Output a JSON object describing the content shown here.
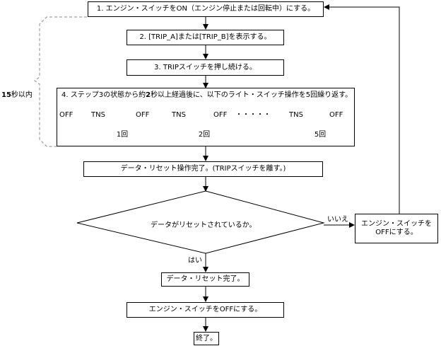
{
  "diagram": {
    "step1": "1. エンジン・スイッチをON（エンジン停止または回転中）にする。",
    "step2": "2. [TRIP_A]または[TRIP_B]を表示する。",
    "step3": "3. TRIPスイッチを押し続ける。",
    "step4": {
      "prefix": "4. ステップ3の状態から約",
      "bold_num": "2",
      "suffix": "秒以上経過後に、以下のライト・スイッチ操作を5回繰り返す。"
    },
    "sequence": {
      "start": "OFF",
      "tns": "TNS",
      "off": "OFF",
      "dots": "・・・・・",
      "labels": [
        "1回",
        "2回",
        "5回"
      ]
    },
    "time_label": {
      "bold": "15",
      "rest": "秒以内"
    },
    "reset_op": "データ・リセット操作完了。(TRIPスイッチを離す。)",
    "decision": "データがリセットされているか。",
    "no_label": "いいえ",
    "yes_label": "はい",
    "no_box": [
      "エンジン・スイッチを",
      "OFFにする。"
    ],
    "reset_done": "データ・リセット完了。",
    "ignition_off": "エンジン・スイッチをOFFにする。",
    "end": "終了。"
  }
}
